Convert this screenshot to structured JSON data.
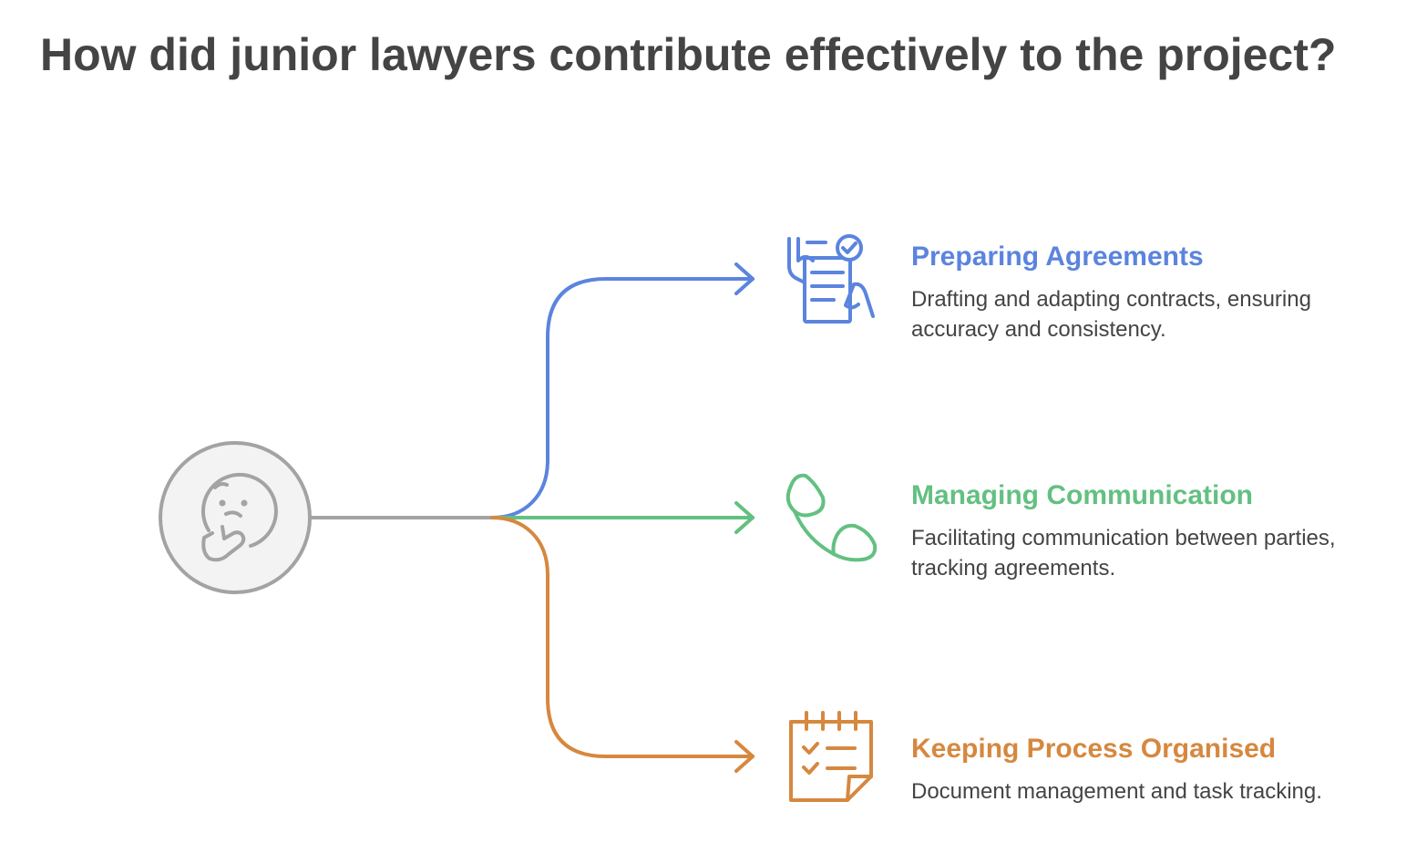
{
  "title": "How did junior lawyers contribute effectively to the project?",
  "center": {
    "icon": "thinking-face-icon",
    "color": "#9e9e9e",
    "fill": "#f3f3f3"
  },
  "branches": [
    {
      "title": "Preparing Agreements",
      "description": "Drafting and adapting contracts, ensuring accuracy and consistency.",
      "icon": "signed-document-icon",
      "color": "#5b84de"
    },
    {
      "title": "Managing Communication",
      "description": "Facilitating communication between parties, tracking agreements.",
      "icon": "phone-icon",
      "color": "#63c081"
    },
    {
      "title": "Keeping Process Organised",
      "description": "Document management and task tracking.",
      "icon": "checklist-calendar-icon",
      "color": "#d6883f"
    }
  ]
}
